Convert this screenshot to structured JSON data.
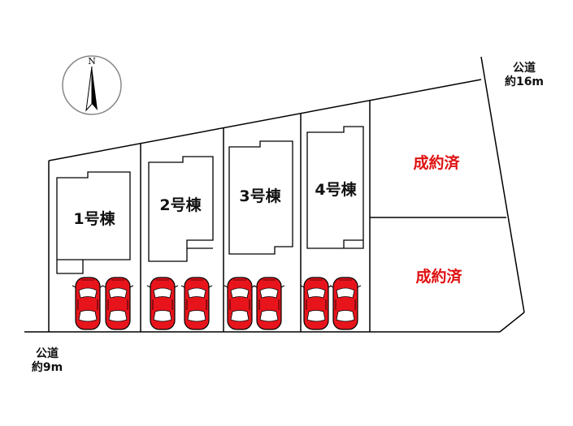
{
  "compass": {
    "north_label": "N"
  },
  "roads": {
    "top_right": {
      "line1": "公道",
      "line2": "約16m"
    },
    "bottom_left": {
      "line1": "公道",
      "line2": "約9m"
    }
  },
  "buildings": [
    {
      "label": "1号棟"
    },
    {
      "label": "2号棟"
    },
    {
      "label": "3号棟"
    },
    {
      "label": "4号棟"
    }
  ],
  "sold_lots": [
    {
      "label": "成約済"
    },
    {
      "label": "成約済"
    }
  ],
  "colors": {
    "car": "#e8141c",
    "sold_text": "#e01010",
    "line": "#000000"
  }
}
